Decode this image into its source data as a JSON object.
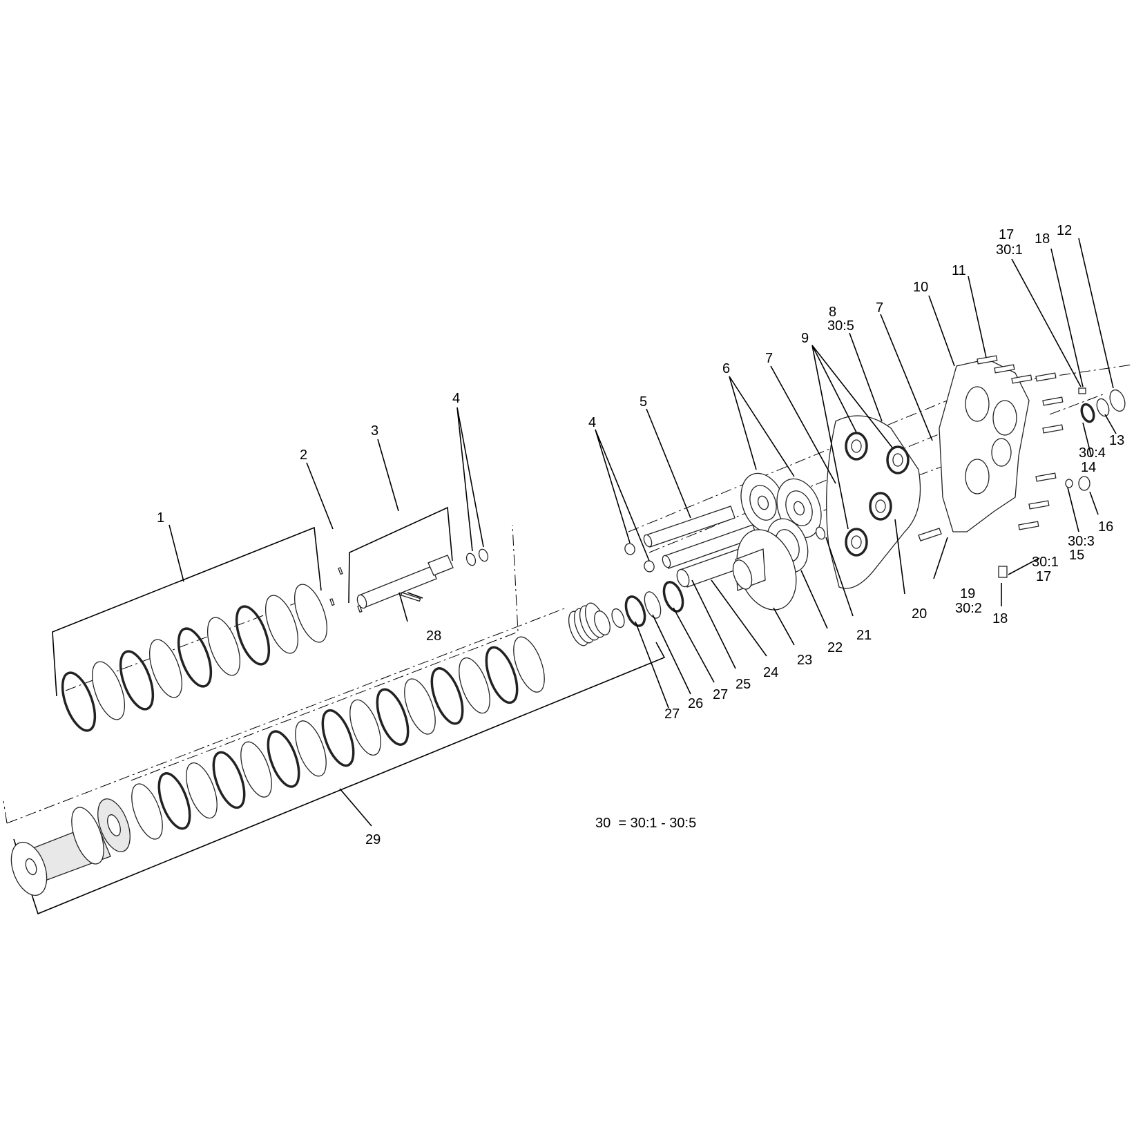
{
  "labels": {
    "l1": "1",
    "l2": "2",
    "l3": "3",
    "l4a": "4",
    "l4b": "4",
    "l5": "5",
    "l6": "6",
    "l7a": "7",
    "l7b": "7",
    "l8": "8",
    "l8b": "30:5",
    "l9": "9",
    "l10": "10",
    "l11": "11",
    "l12": "12",
    "l13": "13",
    "l14a": "30:4",
    "l14b": "14",
    "l15a": "30:3",
    "l15b": "15",
    "l16": "16",
    "l17a": "17",
    "l17b": "30:1",
    "l17c": "30:1",
    "l17d": "17",
    "l18a": "18",
    "l18b": "18",
    "l19a": "19",
    "l19b": "30:2",
    "l20": "20",
    "l21": "21",
    "l22": "22",
    "l23": "23",
    "l24": "24",
    "l25": "25",
    "l26": "26",
    "l27a": "27",
    "l27b": "27",
    "l28": "28",
    "l29": "29"
  },
  "note": "30  = 30:1 - 30:5"
}
